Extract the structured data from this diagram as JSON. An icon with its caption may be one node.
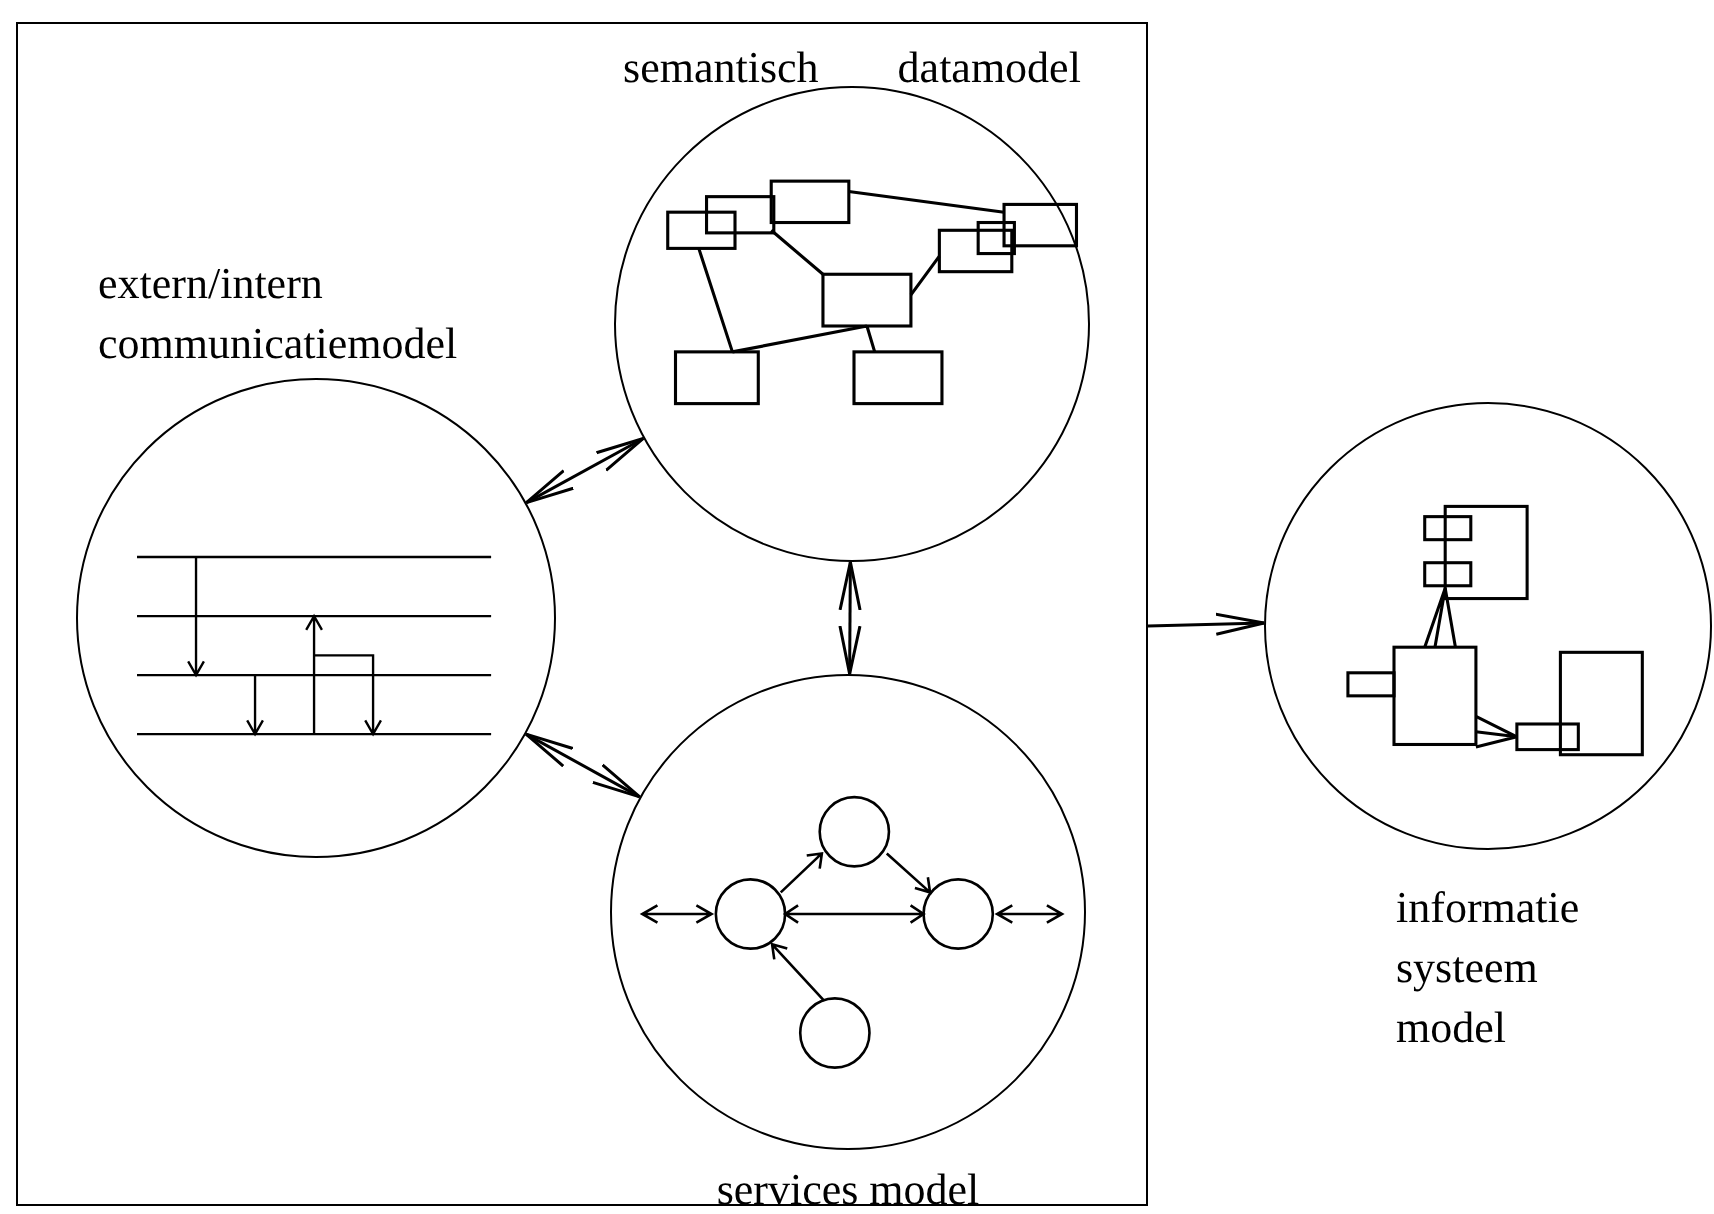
{
  "diagram": {
    "nodes": [
      {
        "text": [],
        "shape": "box"
      },
      {
        "text": [
          "semantisch datamodel"
        ],
        "in": 0
      },
      {
        "text": [
          "extern/intern communicatiemodel"
        ],
        "in": 0
      },
      {
        "text": [
          "services model"
        ],
        "in": 0
      },
      {
        "text": [
          "informatie systeem model"
        ]
      }
    ],
    "edges": [
      {
        "from": 2,
        "to": 1,
        "arrow": "both"
      },
      {
        "from": 1,
        "to": 3,
        "arrow": "both"
      },
      {
        "from": 2,
        "to": 3,
        "arrow": "both"
      },
      {
        "from": 0,
        "to": 4,
        "arrow": "to"
      }
    ]
  }
}
